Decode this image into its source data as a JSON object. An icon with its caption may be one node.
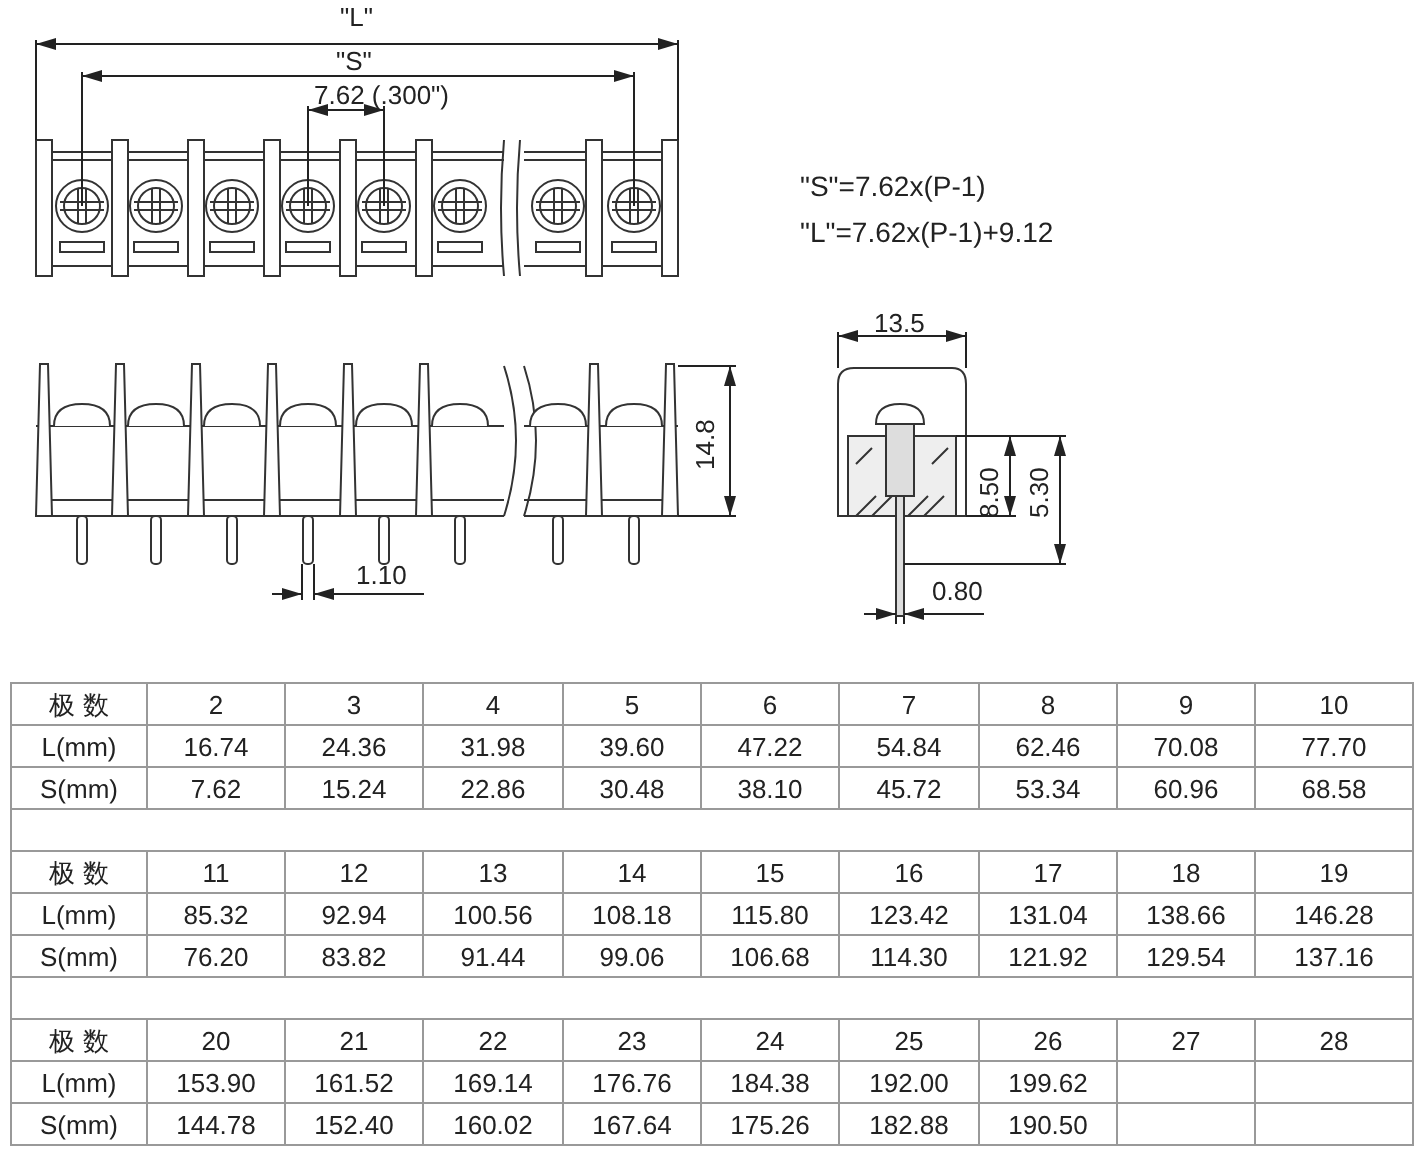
{
  "diagram": {
    "labels": [
      "\"L\"",
      "\"S\"",
      "7.62 (.300\")",
      "\"S\"=7.62x(P-1)",
      "\"L\"=7.62x(P-1)+9.12",
      "13.5",
      "14.8",
      "8.50",
      "5.30",
      "1.10",
      "0.80",
      "极 数",
      "2",
      "3",
      "4",
      "5",
      "6",
      "7",
      "8",
      "9",
      "10",
      "L(mm)",
      "16.74",
      "24.36",
      "31.98",
      "39.60",
      "47.22",
      "54.84",
      "62.46",
      "70.08",
      "77.70",
      "S(mm)",
      "7.62",
      "15.24",
      "22.86",
      "30.48",
      "38.10",
      "45.72",
      "53.34",
      "60.96",
      "68.58",
      "极 数",
      "11",
      "12",
      "13",
      "14",
      "15",
      "16",
      "17",
      "18",
      "19",
      "L(mm)",
      "85.32",
      "92.94",
      "100.56",
      "108.18",
      "115.80",
      "123.42",
      "131.04",
      "138.66",
      "146.28",
      "S(mm)",
      "76.20",
      "83.82",
      "91.44",
      "99.06",
      "106.68",
      "114.30",
      "121.92",
      "129.54",
      "137.16",
      "极 数",
      "20",
      "21",
      "22",
      "23",
      "24",
      "25",
      "26",
      "27",
      "28",
      "L(mm)",
      "153.90",
      "161.52",
      "169.14",
      "176.76",
      "184.38",
      "192.00",
      "199.62",
      "S(mm)",
      "144.78",
      "152.40",
      "160.02",
      "167.64",
      "175.26",
      "182.88",
      "190.50"
    ]
  }
}
